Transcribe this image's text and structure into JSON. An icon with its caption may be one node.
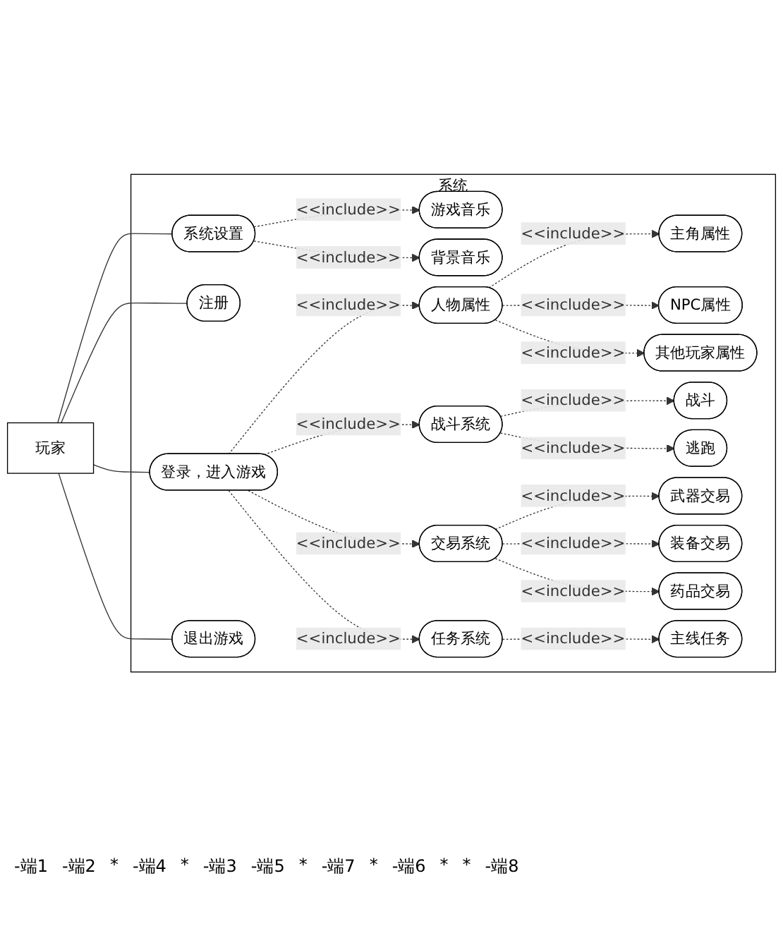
{
  "diagram": {
    "nodes": [
      {
        "text": [
          "系统"
        ]
      },
      {
        "text": [
          "玩家"
        ]
      },
      {
        "text": [
          "游戏音乐"
        ],
        "in": 0
      },
      {
        "text": [
          "背景音乐"
        ],
        "in": 0
      },
      {
        "text": [
          "系统设置"
        ],
        "in": 0
      },
      {
        "text": [
          "主角属性"
        ],
        "in": 0
      },
      {
        "text": [
          "人物属性"
        ],
        "in": 0
      },
      {
        "text": [
          "NPC属性"
        ],
        "in": 0
      },
      {
        "text": [
          "注册"
        ],
        "in": 0
      },
      {
        "text": [
          "其他玩家属性"
        ],
        "in": 0
      },
      {
        "text": [
          "战斗系统"
        ],
        "in": 0
      },
      {
        "text": [
          "战斗"
        ],
        "in": 0
      },
      {
        "text": [
          "逃跑"
        ],
        "in": 0
      },
      {
        "text": [
          "登录，进入游戏"
        ],
        "in": 0
      },
      {
        "text": [
          "武器交易"
        ],
        "in": 0
      },
      {
        "text": [
          "交易系统"
        ],
        "in": 0
      },
      {
        "text": [
          "装备交易"
        ],
        "in": 0
      },
      {
        "text": [
          "药品交易"
        ],
        "in": 0
      },
      {
        "text": [
          "退出游戏"
        ],
        "in": 0
      },
      {
        "text": [
          "任务系统"
        ],
        "in": 0
      },
      {
        "text": [
          "主线任务"
        ],
        "in": 0
      }
    ],
    "edges": [
      {
        "from": 1,
        "to": 4,
        "arrow": "none"
      },
      {
        "from": 1,
        "to": 8,
        "arrow": "none"
      },
      {
        "from": 1,
        "to": 13,
        "arrow": "none"
      },
      {
        "from": 1,
        "to": 18,
        "arrow": "none"
      },
      {
        "from": 4,
        "to": 2,
        "arrow": "to",
        "style": "dashed",
        "label": "<<include>>"
      },
      {
        "from": 4,
        "to": 3,
        "arrow": "to",
        "style": "dashed",
        "label": "<<include>>"
      },
      {
        "from": 13,
        "to": 6,
        "arrow": "to",
        "style": "dashed",
        "label": "<<include>>"
      },
      {
        "from": 13,
        "to": 10,
        "arrow": "to",
        "style": "dashed",
        "label": "<<include>>"
      },
      {
        "from": 13,
        "to": 15,
        "arrow": "to",
        "style": "dashed",
        "label": "<<include>>"
      },
      {
        "from": 13,
        "to": 19,
        "arrow": "to",
        "style": "dashed",
        "label": "<<include>>"
      },
      {
        "from": 6,
        "to": 5,
        "arrow": "to",
        "style": "dashed",
        "label": "<<include>>"
      },
      {
        "from": 6,
        "to": 7,
        "arrow": "to",
        "style": "dashed",
        "label": "<<include>>"
      },
      {
        "from": 6,
        "to": 9,
        "arrow": "to",
        "style": "dashed",
        "label": "<<include>>"
      },
      {
        "from": 10,
        "to": 11,
        "arrow": "to",
        "style": "dashed",
        "label": "<<include>>"
      },
      {
        "from": 10,
        "to": 12,
        "arrow": "to",
        "style": "dashed",
        "label": "<<include>>"
      },
      {
        "from": 15,
        "to": 14,
        "arrow": "to",
        "style": "dashed",
        "label": "<<include>>"
      },
      {
        "from": 15,
        "to": 16,
        "arrow": "to",
        "style": "dashed",
        "label": "<<include>>"
      },
      {
        "from": 15,
        "to": 17,
        "arrow": "to",
        "style": "dashed",
        "label": "<<include>>"
      },
      {
        "from": 19,
        "to": 20,
        "arrow": "to",
        "style": "dashed",
        "label": "<<include>>"
      }
    ],
    "labels": [
      "-端1",
      "-端2",
      "*",
      "-端4",
      "*",
      "-端3",
      "-端5",
      "*",
      "-端7",
      "*",
      "-端6",
      "*",
      "*",
      "-端8"
    ]
  }
}
